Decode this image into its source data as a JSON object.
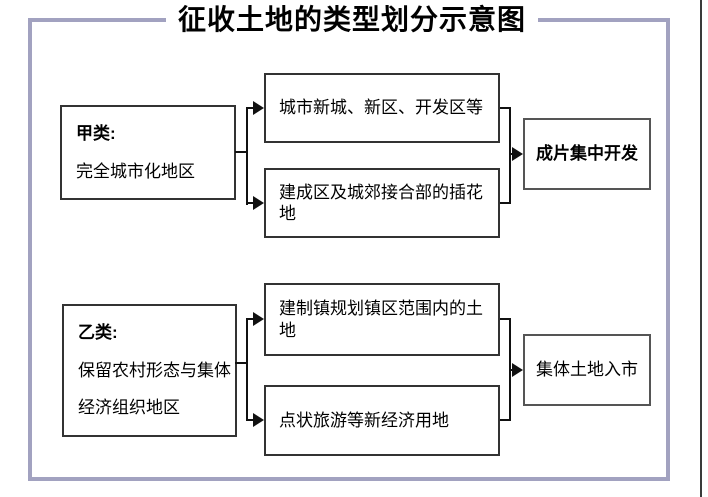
{
  "title": "征收土地的类型划分示意图",
  "colors": {
    "frame": "#a2a2c0",
    "box_border": "#333333",
    "result_box_border": "#555555",
    "connector": "#111111",
    "text": "#000000",
    "background": "#ffffff"
  },
  "groups": [
    {
      "id": "a",
      "source": {
        "heading": "甲类:",
        "body_lines": [
          "完全城市化地区"
        ]
      },
      "branches": [
        "城市新城、新区、开发区等",
        "建成区及城郊接合部的插花地"
      ],
      "result": "成片集中开发"
    },
    {
      "id": "b",
      "source": {
        "heading": "乙类:",
        "body_lines": [
          "保留农村形态与集体",
          "经济组织地区"
        ]
      },
      "branches": [
        "建制镇规划镇区范围内的土地",
        "点状旅游等新经济用地"
      ],
      "result": "集体土地入市"
    }
  ]
}
